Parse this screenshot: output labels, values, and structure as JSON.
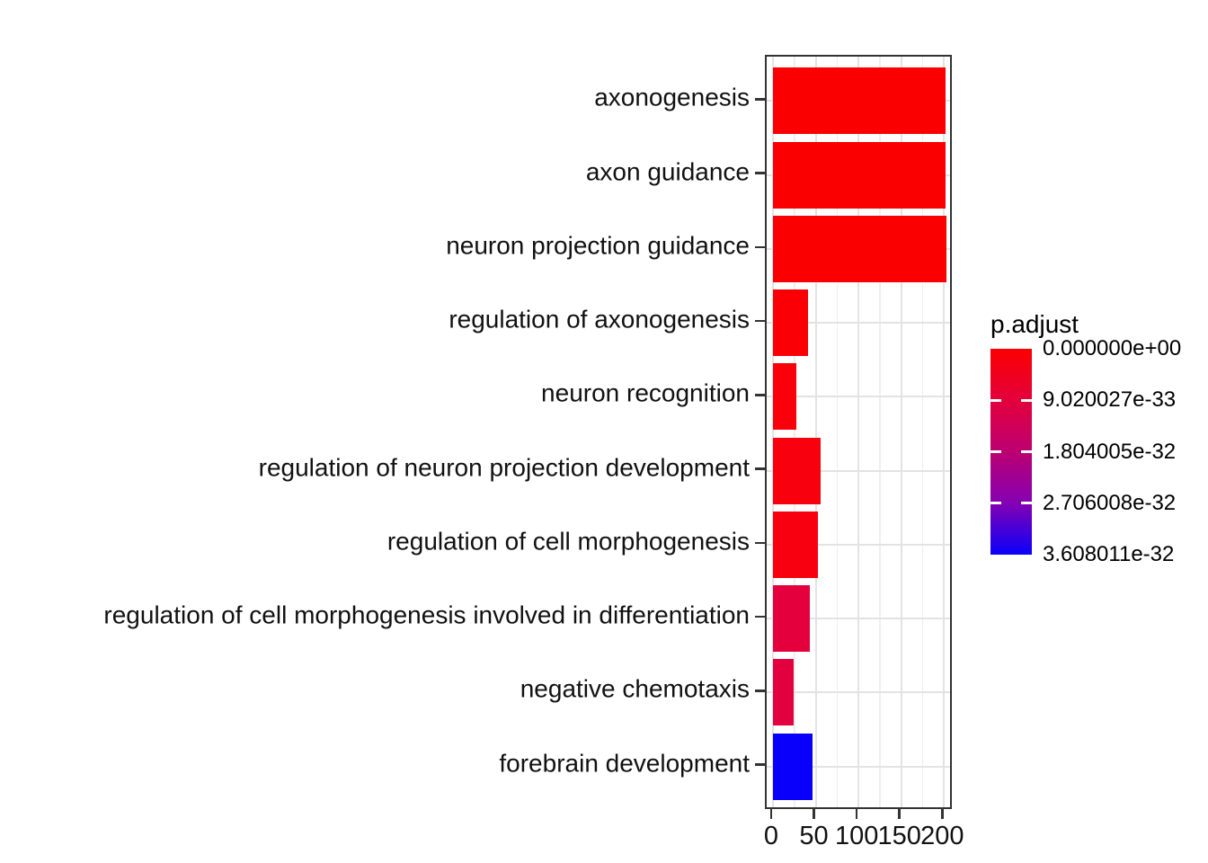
{
  "chart_data": {
    "type": "bar",
    "orientation": "horizontal",
    "title": "",
    "xlabel": "",
    "ylabel": "",
    "categories": [
      "axonogenesis",
      "axon guidance",
      "neuron projection guidance",
      "regulation of axonogenesis",
      "neuron recognition",
      "regulation of neuron projection development",
      "regulation of cell morphogenesis",
      "regulation of cell morphogenesis involved in differentiation",
      "negative chemotaxis",
      "forebrain development"
    ],
    "values": [
      202,
      202,
      203,
      41,
      27,
      56,
      53,
      43,
      24,
      46
    ],
    "bar_colors": [
      "#FA0000",
      "#FA0000",
      "#FA0000",
      "#FA0006",
      "#FA000A",
      "#F9000E",
      "#F90010",
      "#E3003D",
      "#E2003F",
      "#0800FB"
    ],
    "x_ticks": [
      "0",
      "50",
      "100",
      "150",
      "200"
    ],
    "x_tick_values": [
      0,
      50,
      100,
      150,
      200
    ],
    "x_minor_tick_values": [
      25,
      75,
      125,
      175
    ],
    "xlim": [
      -7.4,
      211
    ],
    "grid": true,
    "panel_border_color": "#333333",
    "gridline_major_color": "#e3e3e3",
    "gridline_minor_color": "#efefef",
    "legend": {
      "position": "right",
      "title": "p.adjust",
      "tick_labels": [
        "0.000000e+00",
        "9.020027e-33",
        "1.804005e-32",
        "2.706008e-32",
        "3.608011e-32"
      ],
      "gradient_stops": [
        "#FB0000",
        "#E3003C",
        "#BC0071",
        "#8401B3",
        "#0B00FA"
      ]
    }
  }
}
